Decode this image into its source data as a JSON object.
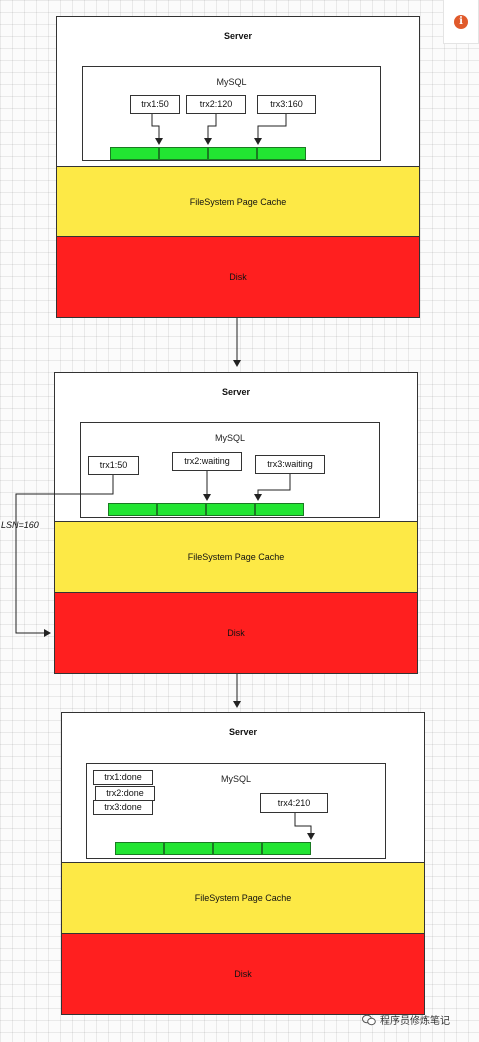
{
  "blocks": [
    {
      "server_label": "Server",
      "mysql_label": "MySQL",
      "trx": [
        "trx1:50",
        "trx2:120",
        "trx3:160"
      ],
      "cache_label": "FileSystem Page Cache",
      "disk_label": "Disk"
    },
    {
      "server_label": "Server",
      "mysql_label": "MySQL",
      "trx": [
        "trx1:50",
        "trx2:waiting",
        "trx3:waiting"
      ],
      "cache_label": "FileSystem Page Cache",
      "disk_label": "Disk",
      "lsn_label": "LSN=160"
    },
    {
      "server_label": "Server",
      "mysql_label": "MySQL",
      "trx": [
        "trx1:done",
        "trx2:done",
        "trx3:done",
        "trx4:210"
      ],
      "cache_label": "FileSystem Page Cache",
      "disk_label": "Disk"
    }
  ],
  "colors": {
    "buffer": "#22e532",
    "cache": "#fde946",
    "disk": "#ff1f1f",
    "info": "#e05a2b"
  },
  "icons": [
    "info-icon",
    "wechat-icon"
  ],
  "watermark": "程序员修炼笔记"
}
